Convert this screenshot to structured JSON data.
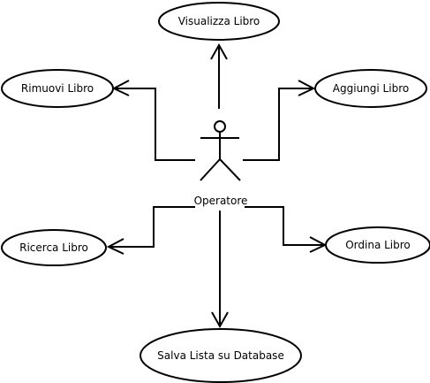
{
  "actor": {
    "label": "Operatore"
  },
  "use_cases": {
    "visualizza": "Visualizza Libro",
    "rimuovi": "Rimuovi Libro",
    "aggiungi": "Aggiungi Libro",
    "ricerca": "Ricerca Libro",
    "ordina": "Ordina Libro",
    "salva": "Salva Lista su Database"
  }
}
